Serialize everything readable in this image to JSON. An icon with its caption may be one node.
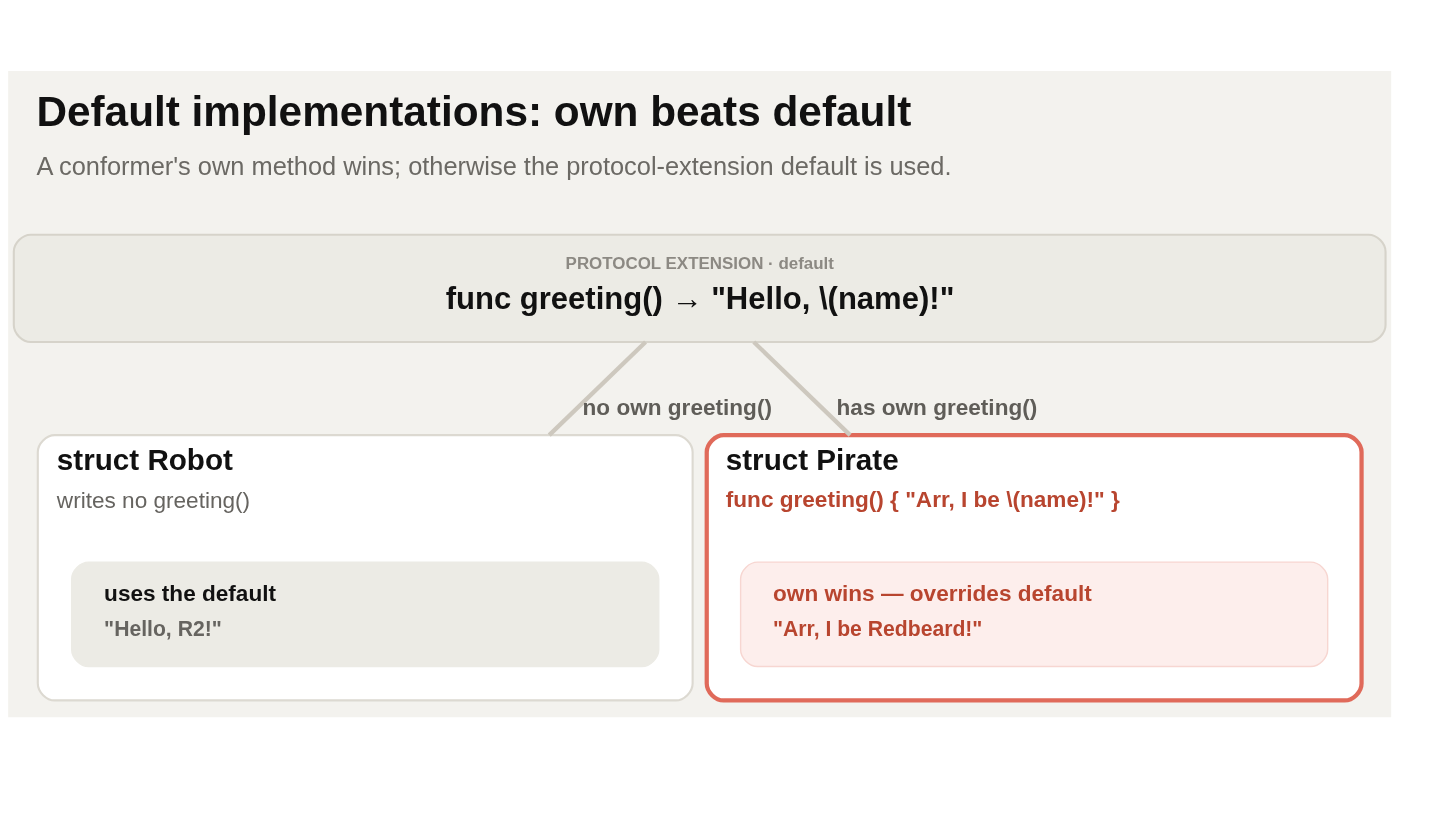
{
  "diagram": {
    "title": "Default implementations: own beats default",
    "caption": "A conformer's own method wins; otherwise the protocol-extension default is used.",
    "nodes": [
      {
        "text": [
          "PROTOCOL EXTENSION · default",
          "func greeting() → \"Hello, \\(name)!\""
        ]
      },
      {
        "text": [
          "struct Robot",
          "writes no greeting()"
        ]
      },
      {
        "text": [
          "uses the default",
          "\"Hello, R2!\""
        ],
        "in": 1
      },
      {
        "text": [
          "struct Pirate",
          "func greeting() { \"Arr, I be \\(name)!\" }"
        ]
      },
      {
        "text": [
          "own wins — overrides default",
          "\"Arr, I be Redbeard!\""
        ],
        "in": 3
      }
    ],
    "edges": [
      {
        "from": 0,
        "to": 1,
        "arrow": "none",
        "label": "no own greeting()"
      },
      {
        "from": 0,
        "to": 3,
        "arrow": "none",
        "label": "has own greeting()"
      }
    ]
  }
}
